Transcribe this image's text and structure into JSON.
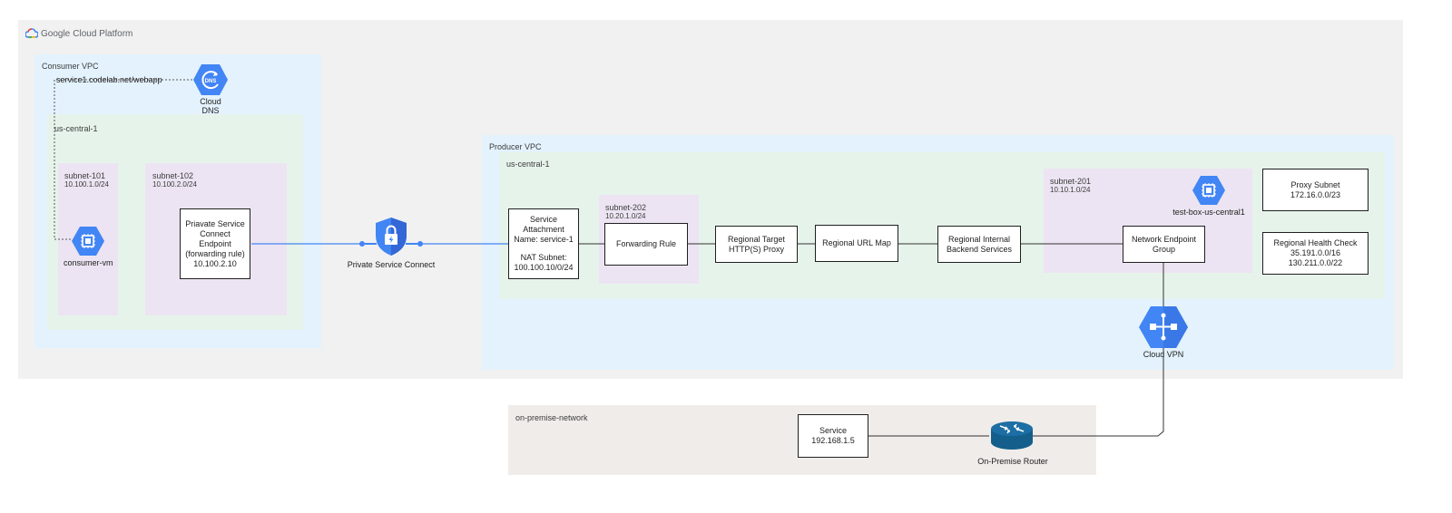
{
  "brand": {
    "google": "Google",
    "platform": "Cloud Platform"
  },
  "consumer": {
    "vpc_label": "Consumer VPC",
    "dns_record": "service1.codelab.net/webapp",
    "dns_caption_1": "Cloud",
    "dns_caption_2": "DNS",
    "dns_icon_text": "DNS",
    "region": "us-central-1",
    "subnet101": {
      "name": "subnet-101",
      "cidr": "10.100.1.0/24"
    },
    "subnet102": {
      "name": "subnet-102",
      "cidr": "10.100.2.0/24"
    },
    "vm_label": "consumer-vm",
    "endpoint": {
      "l1": "Priavate Service",
      "l2": "Connect Endpoint",
      "l3": "(forwarding rule)",
      "l4": "10.100.2.10"
    }
  },
  "psc": {
    "label": "Private Service Connect"
  },
  "producer": {
    "vpc_label": "Producer VPC",
    "region": "us-central-1",
    "attachment": {
      "l1": "Service",
      "l2": "Attachment",
      "l3": "Name: service-1",
      "l4": "NAT Subnet:",
      "l5": "100.100.10/0/24"
    },
    "subnet202": {
      "name": "subnet-202",
      "cidr": "10.20.1.0/24"
    },
    "forwarding_rule": "Forwarding Rule",
    "target_proxy": {
      "l1": "Regional Target",
      "l2": "HTTP(S) Proxy"
    },
    "url_map": "Regional URL Map",
    "backend": {
      "l1": "Regional Internal",
      "l2": "Backend Services"
    },
    "subnet201": {
      "name": "subnet-201",
      "cidr": "10.10.1.0/24"
    },
    "test_vm": "test-box-us-central1",
    "neg": {
      "l1": "Network Endpoint",
      "l2": "Group"
    },
    "proxy_subnet": {
      "l1": "Proxy Subnet",
      "l2": "172.16.0.0/23"
    },
    "health_check": {
      "l1": "Regional Health Check",
      "l2": "35.191.0.0/16",
      "l3": "130.211.0.0/22"
    },
    "vpn_label": "Cloud VPN"
  },
  "onprem": {
    "label": "on-premise-network",
    "service": {
      "l1": "Service",
      "l2": "192.168.1.5"
    },
    "router_label": "On-Premise Router"
  },
  "colors": {
    "gcp_bg": "#f1f1f1",
    "vpc": "#e3f2fd",
    "region": "#e6f3ea",
    "subnet": "#ece4f2",
    "gcp_blue": "#4285f4",
    "router": "#1c6ea4",
    "onprem": "#efece9"
  },
  "icons": [
    "google-cloud-logo-icon",
    "cloud-dns-icon",
    "compute-engine-icon",
    "psc-shield-icon",
    "cloud-vpn-icon",
    "router-icon"
  ]
}
